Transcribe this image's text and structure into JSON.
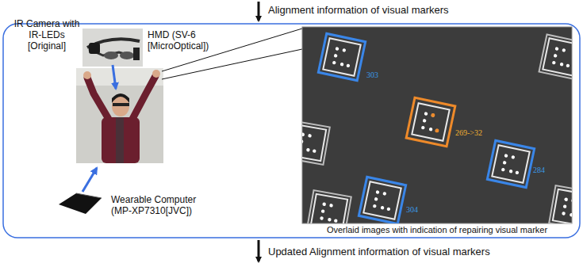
{
  "diagram": {
    "nodes": [
      {
        "text": [
          "Overlaid images with indication of repairing visual marker"
        ]
      }
    ],
    "labels": [
      "Alignment information of visual markers",
      "IR Camera with IR-LEDs [Original]",
      "HMD (SV-6 [MicroOptical])",
      "Wearable Computer (MP-XP7310[JVC])",
      "303",
      "269->32",
      "284",
      "304",
      "Updated Alignment information of visual markers"
    ]
  }
}
